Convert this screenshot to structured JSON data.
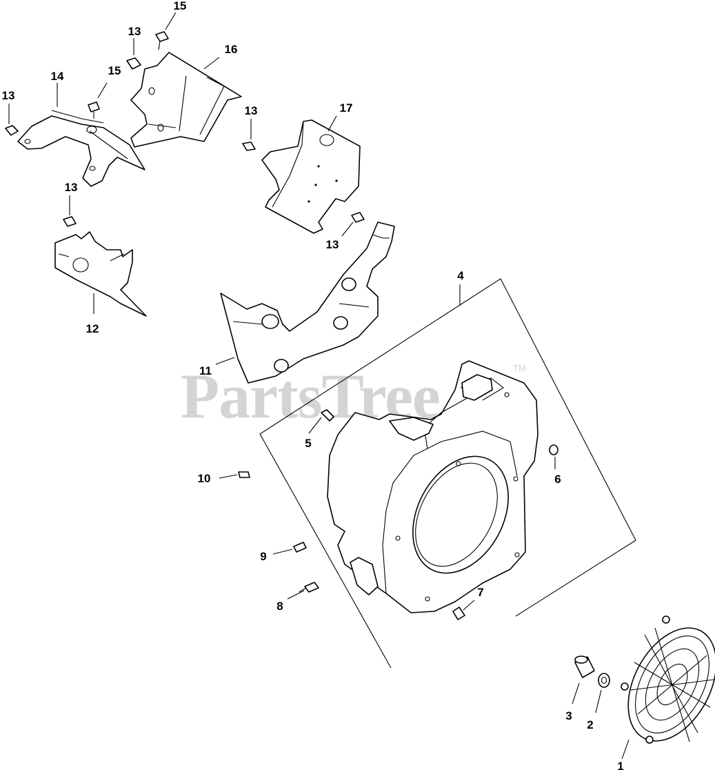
{
  "watermark": {
    "text": "PartsTree",
    "trademark": "TM"
  },
  "callouts": {
    "c1": "1",
    "c2": "2",
    "c3": "3",
    "c4": "4",
    "c5": "5",
    "c6": "6",
    "c7": "7",
    "c8": "8",
    "c9": "9",
    "c10": "10",
    "c11": "11",
    "c12": "12",
    "c13a": "13",
    "c13b": "13",
    "c13c": "13",
    "c13d": "13",
    "c13e": "13",
    "c14": "14",
    "c15a": "15",
    "c15b": "15",
    "c16": "16",
    "c17": "17"
  },
  "colors": {
    "line": "#000000",
    "watermark": "#d4d4d4",
    "background": "#ffffff"
  }
}
